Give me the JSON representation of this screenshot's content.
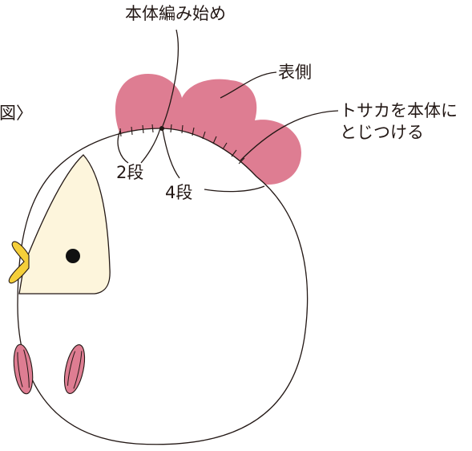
{
  "labels": {
    "title_fragment": "図〉",
    "knit_start": "本体編み始め",
    "front_side": "表側",
    "attach_line1": "トサカを本体に",
    "attach_line2": "とじつける",
    "row2": "2段",
    "row4": "4段"
  },
  "colors": {
    "comb": "#de7d92",
    "face": "#fdf5dc",
    "beak": "#f5cf3a",
    "outline": "#231815",
    "eye": "#111111"
  }
}
